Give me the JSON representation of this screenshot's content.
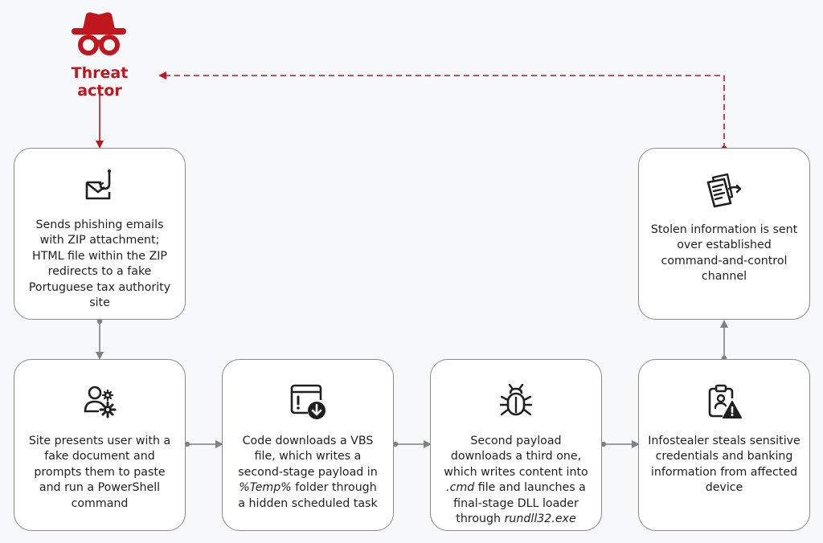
{
  "actor": {
    "label": "Threat actor",
    "icon": "spy-icon",
    "color": "#c0161e"
  },
  "steps": [
    {
      "id": "phishing",
      "icon": "phishing-email-icon",
      "lines": [
        "Sends phishing emails",
        "with ZIP attachment;",
        "HTML file within the ZIP",
        "redirects to a fake",
        "Portuguese tax authority",
        "site"
      ]
    },
    {
      "id": "site",
      "icon": "user-gear-icon",
      "lines": [
        "Site presents user with a",
        "fake document and",
        "prompts them to paste",
        "and run a PowerShell",
        "command"
      ]
    },
    {
      "id": "vbs",
      "icon": "window-download-icon",
      "lines_pre": [
        "Code downloads a VBS",
        "file, which writes a",
        "second-stage payload in"
      ],
      "temp_italic": "%Temp%",
      "temp_suffix": " folder through",
      "lines_post": [
        "a hidden scheduled task"
      ]
    },
    {
      "id": "second",
      "icon": "bug-icon",
      "lines_pre": [
        "Second payload",
        "downloads a third one,",
        "which writes content into"
      ],
      "cmd_italic": ".cmd",
      "cmd_suffix": " file and launches a",
      "line_final": "final-stage DLL loader",
      "through_prefix": "through ",
      "rundll_italic": "rundll32.exe"
    },
    {
      "id": "infostealer",
      "icon": "clipboard-warning-icon",
      "lines": [
        "Infostealer steals sensitive",
        "credentials and banking",
        "information from affected",
        "device"
      ]
    },
    {
      "id": "exfil",
      "icon": "documents-sent-icon",
      "lines": [
        "Stolen information is sent",
        "over established",
        "command-and-control",
        "channel"
      ]
    }
  ],
  "colors": {
    "actor_red": "#c0161e",
    "connector_gray": "#808080",
    "box_border": "#8a8a8a"
  }
}
